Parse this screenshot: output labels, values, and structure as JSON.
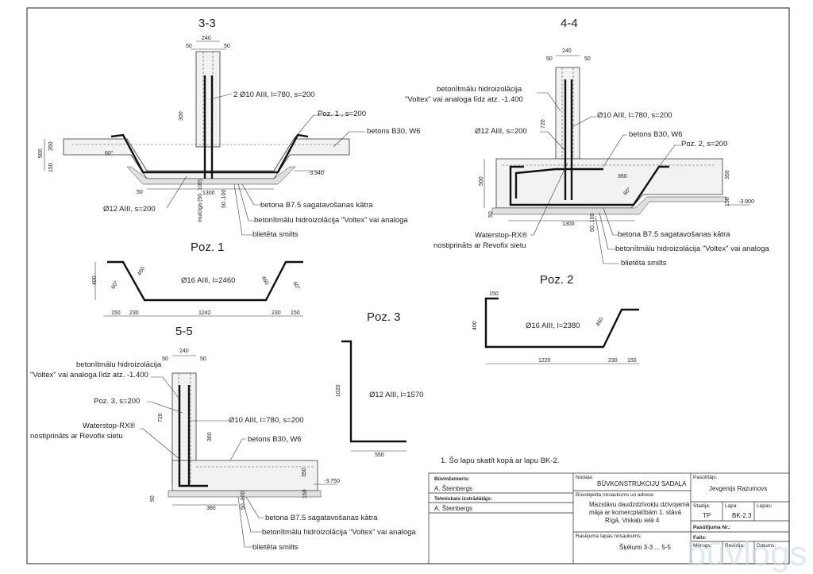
{
  "sections": {
    "s33": {
      "title": "3-3",
      "d_240": "240",
      "d_50a": "50",
      "d_50b": "50",
      "d_300": "300",
      "d_500": "500",
      "d_350": "350",
      "d_150": "150",
      "d_1300": "1300",
      "d_50_100": "50..100",
      "d_60": "60°",
      "d_50c": "50",
      "lvl": "-3.940",
      "muciga": "mulciga (50..100)"
    },
    "s44": {
      "title": "4-4",
      "d_240": "240",
      "d_50a": "50",
      "d_50b": "50",
      "d_720": "720",
      "d_500": "500",
      "d_50": "50",
      "d_1300": "1300",
      "d_50_100": "50..100",
      "d_360": "360",
      "d_350": "350",
      "d_150": "150",
      "d_60": "60°",
      "lvl": "-3.900"
    },
    "s55": {
      "title": "5-5",
      "d_240": "240",
      "d_50a": "50",
      "d_50b": "50",
      "d_720": "720",
      "d_360": "360",
      "d_350": "350",
      "d_150": "150",
      "d_50": "50",
      "d_380": "380",
      "d_50_100": "50..100",
      "lvl": "-3.750"
    }
  },
  "labels": {
    "bars_d10": "2 Ø10 AIII, l=780, s=200",
    "poz1_s": "Poz. 1 , s=200",
    "betons": "betons B30, W6",
    "d12": "Ø12 AIII, s=200",
    "b75": "betona B7.5 sagatavošanas kātra",
    "voltex": "betonītmālu hidroizolācija \"Voltex\" vai analoga",
    "smilts": "blietēta smilts",
    "hidro1": "betonītmālu hidroizolācija",
    "hidro2": "\"Voltex\" vai analoga līdz atz. -1.400",
    "d10_44": "Ø10 AIII, l=780, s=200",
    "d12_44": "Ø12 AIII, s=200",
    "betons44": "betons B30, W6",
    "poz2_s": "Poz. 2, s=200",
    "water1": "Waterstop-RX®",
    "water2": "nostiprināts ar Revofix sietu",
    "poz3_s": "Poz. 3, s=200",
    "d10_55": "Ø10 AIII, l=780, s=200",
    "betons55": "betons B30, W6"
  },
  "poz": {
    "p1": {
      "title": "Poz. 1",
      "bar": "Ø16 AIII, l=2460",
      "d400": "400",
      "d460a": "460",
      "d460b": "460",
      "d60a": "60°",
      "d60b": "60°",
      "d150a": "150",
      "d230a": "230",
      "d1242": "1242",
      "d230b": "230",
      "d150b": "150"
    },
    "p2": {
      "title": "Poz. 2",
      "bar": "Ø16 AIII, l=2380",
      "d150": "150",
      "d400": "400",
      "d460": "460",
      "d1220": "1220",
      "d230": "230",
      "d150b": "150"
    },
    "p3": {
      "title": "Poz. 3",
      "bar": "Ø12 AIII, l=1570",
      "d1020": "1020",
      "d550": "550"
    }
  },
  "note": "1. Šo lapu skatīt kopā ar lapu BK-2.",
  "titleblock": {
    "eng_h": "Būvinženieris:",
    "eng_v": "A. Šteinbergs",
    "tech_h": "Tehniskais izstrādātājs:",
    "tech_v": "A. Šteinbergs",
    "dept_h": "Nodaļa:",
    "dept_v": "BŪVKONSTRUKCIJU SADAĻA",
    "client_h": "Pasūtītājs:",
    "client_v": "Jevgenijs Razumovs",
    "obj_h": "Būvobjekta nosaukums un adrese:",
    "obj_v1": "Mazstāvu daudzdzīvokļu dzīvojamā",
    "obj_v2": "māja ar komercplatībām 1. stāvā",
    "obj_v3": "Rīgā, Viskaļu ielā 4",
    "stage_h": "Stadija:",
    "stage_v": "TP",
    "sheet_h": "Lapa:",
    "sheet_v": "BK-2.3",
    "sheets_h": "Lapas:",
    "order_h": "Pasūtījuma Nr.:",
    "files_h": "Fails:",
    "draw_h": "Rasējuma lapas nosaukums:",
    "draw_v": "Šķēlumi 3-3 ... 5-5",
    "scale_h": "Mērogs:",
    "rev_h": "Revīzija:",
    "date_h": "Datums:"
  },
  "watermark": "būvlogs"
}
